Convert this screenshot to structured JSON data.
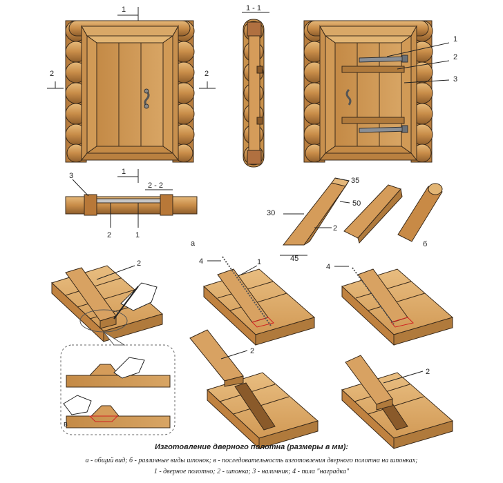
{
  "sections": {
    "a": "а",
    "b": "б",
    "v": "в"
  },
  "cut_marks": {
    "s1": "1",
    "s2": "2",
    "s1_1": "1 - 1",
    "s2_2": "2 - 2"
  },
  "callouts": {
    "n1": "1",
    "n2": "2",
    "n3": "3",
    "n4": "4"
  },
  "dimensions": {
    "d35": "35",
    "d50": "50",
    "d30": "30",
    "d45": "45"
  },
  "caption": {
    "title": "Изготовление дверного полотна (размеры в мм):",
    "line1": "а - общий вид; б - различные виды шпонок; в - последовательность изготовления дверного полотна на шпонках;",
    "line2": "1 - дверное полотно; 2 - шпонка; 3 - наличник; 4 - пила \"наградка\""
  },
  "colors": {
    "wood": "#c8904a",
    "wood_light": "#e2b574",
    "wood_dark": "#8a5a2a",
    "line": "#3a2a1a",
    "red": "#d02020"
  }
}
